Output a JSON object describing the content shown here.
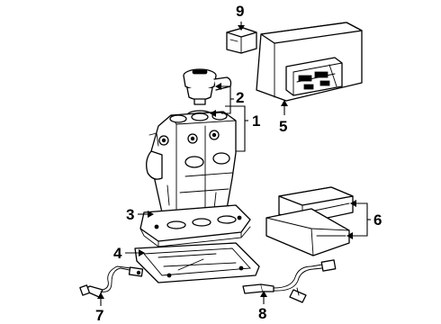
{
  "callouts": {
    "c1": "1",
    "c2": "2",
    "c3": "3",
    "c4": "4",
    "c5": "5",
    "c6": "6",
    "c7": "7",
    "c8": "8",
    "c9": "9"
  },
  "colors": {
    "ink": "#000000",
    "paper": "#ffffff"
  }
}
